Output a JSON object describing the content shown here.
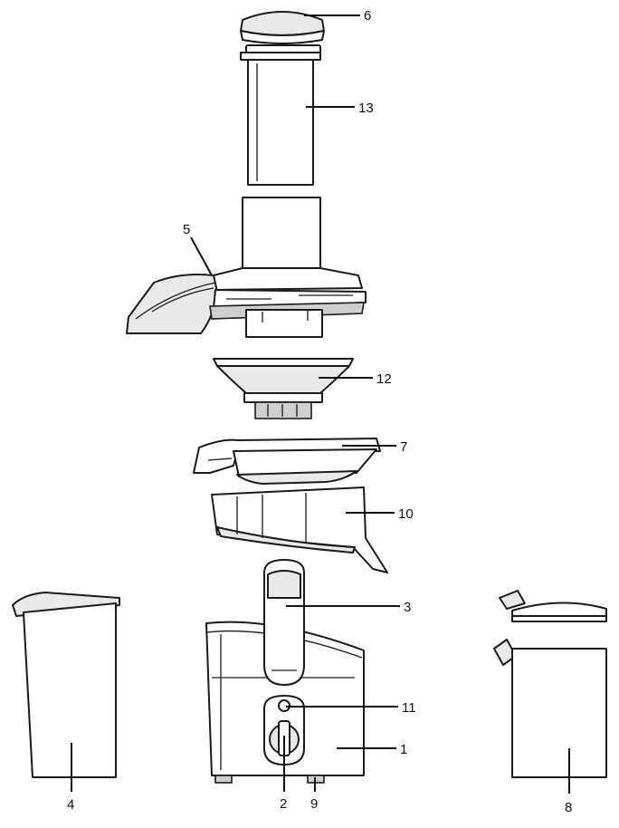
{
  "diagram": {
    "callouts": [
      {
        "id": "pusher-cap",
        "label": "6"
      },
      {
        "id": "pusher",
        "label": "13"
      },
      {
        "id": "lid",
        "label": "5"
      },
      {
        "id": "filter",
        "label": "12"
      },
      {
        "id": "pulp-container-top",
        "label": "7"
      },
      {
        "id": "pulp-container",
        "label": "10"
      },
      {
        "id": "safety-arm",
        "label": "3"
      },
      {
        "id": "indicator",
        "label": "11"
      },
      {
        "id": "motor-base",
        "label": "1"
      },
      {
        "id": "control-knob",
        "label": "2"
      },
      {
        "id": "feet",
        "label": "9"
      },
      {
        "id": "left-jug",
        "label": "4"
      },
      {
        "id": "right-jug",
        "label": "8"
      }
    ]
  }
}
